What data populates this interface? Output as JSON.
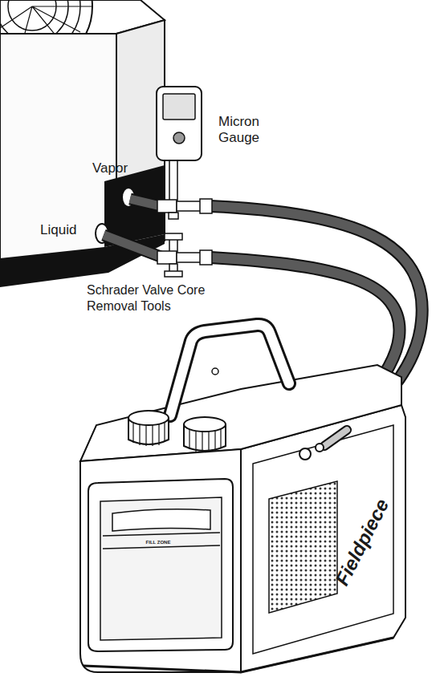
{
  "diagram": {
    "nodes": [
      {
        "text": [
          "Micron Gauge"
        ]
      },
      {
        "text": [
          "Fieldpiece",
          "FILL ZONE"
        ]
      }
    ],
    "labels": [
      "Vapor",
      "Liquid",
      "Schrader Valve Core Removal Tools"
    ]
  }
}
